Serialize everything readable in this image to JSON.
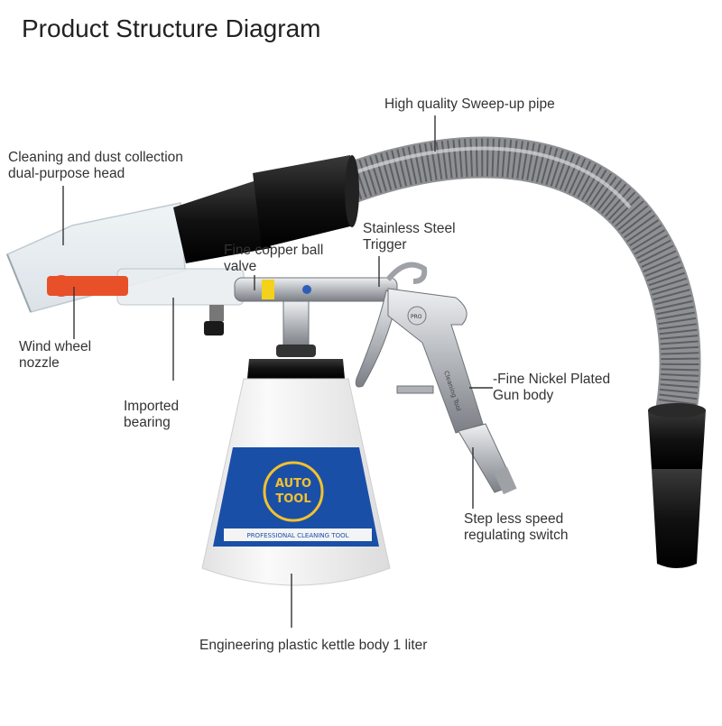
{
  "title": "Product Structure Diagram",
  "labels": {
    "pipe": "High quality Sweep-up pipe",
    "head_line1": "Cleaning and dust collection",
    "head_line2": "dual-purpose head",
    "trigger_line1": "Stainless Steel",
    "trigger_line2": "Trigger",
    "valve_line1": "Fine copper ball",
    "valve_line2": "valve",
    "nozzle_line1": "Wind wheel",
    "nozzle_line2": "nozzle",
    "body_line1": "-Fine Nickel Plated",
    "body_line2": "Gun body",
    "bearing_line1": "Imported",
    "bearing_line2": "bearing",
    "switch_line1": "Step less speed",
    "switch_line2": "regulating switch",
    "kettle": "Engineering plastic kettle body 1 liter"
  },
  "product_markings": {
    "logo_line1": "AUTO",
    "logo_line2": "TOOL",
    "band": "PROFESSIONAL CLEANING TOOL",
    "grip_stamp": "Cleaning Tool",
    "badge": "PRO"
  },
  "colors": {
    "hose": "#9a9c9f",
    "hose_rib": "#5c5e61",
    "rubber": "#111111",
    "bottle": "#f3f3f3",
    "label_blue": "#1a4fa8",
    "logo_yellow": "#f2c12e",
    "chrome": "#c9ccd0",
    "accent_red": "#e8502a"
  }
}
